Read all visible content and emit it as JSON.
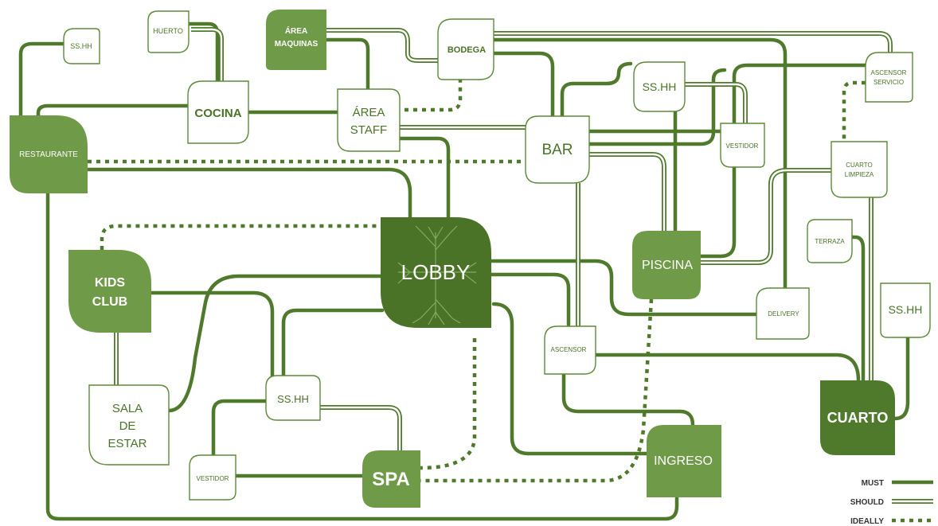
{
  "colors": {
    "dark": "#4a7328",
    "medium": "#6f9a48",
    "light_border": "#5c8a36",
    "white": "#ffffff"
  },
  "nodes": {
    "ss_hh_top": "SS.HH",
    "huerto": "HUERTO",
    "area_maquinas_1": "ÁREA",
    "area_maquinas_2": "MAQUINAS",
    "bodega": "BODEGA",
    "ascensor_servicio_1": "ASCENSOR",
    "ascensor_servicio_2": "SERVICIO",
    "restaurante": "RESTAURANTE",
    "cocina": "COCINA",
    "area_staff_1": "ÁREA",
    "area_staff_2": "STAFF",
    "ss_hh_bar": "SS.HH",
    "bar": "BAR",
    "vestidor_bar": "VESTIDOR",
    "cuarto_limpieza_1": "CUARTO",
    "cuarto_limpieza_2": "LIMPIEZA",
    "terraza": "TERRAZA",
    "lobby": "LOBBY",
    "kids_club_1": "KIDS",
    "kids_club_2": "CLUB",
    "piscina": "PISCINA",
    "delivery": "DELIVERY",
    "ss_hh_right": "SS.HH",
    "ascensor": "ASCENSOR",
    "sala_estar_1": "SALA",
    "sala_estar_2": "DE",
    "sala_estar_3": "ESTAR",
    "ss_hh_spa": "SS.HH",
    "cuarto": "CUARTO",
    "ingreso": "INGRESO",
    "vestidor_spa": "VESTIDOR",
    "spa": "SPA"
  },
  "legend": {
    "must": "MUST",
    "should": "SHOULD",
    "ideally": "IDEALLY"
  }
}
